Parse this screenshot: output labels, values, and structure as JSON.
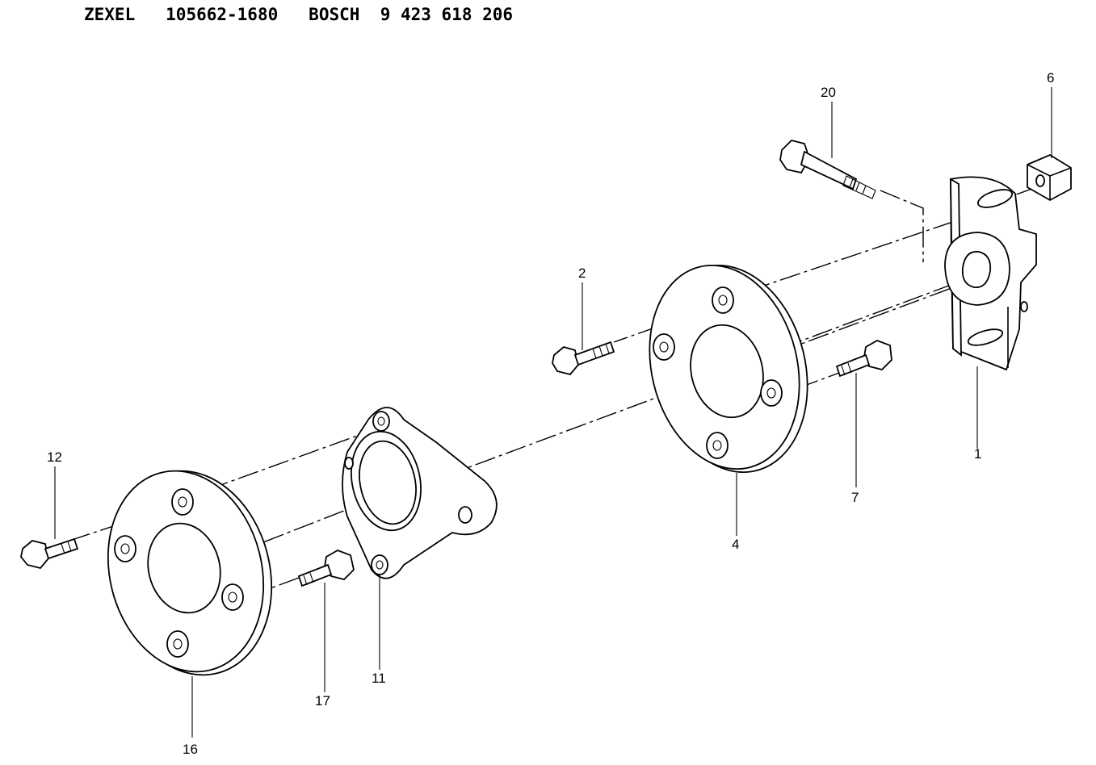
{
  "header": {
    "zexel_label": "ZEXEL",
    "zexel_number": "105662-1680",
    "bosch_label": "BOSCH",
    "bosch_number": "9 423 618 206"
  },
  "callouts": [
    "1",
    "2",
    "4",
    "6",
    "7",
    "11",
    "12",
    "16",
    "17",
    "20"
  ]
}
